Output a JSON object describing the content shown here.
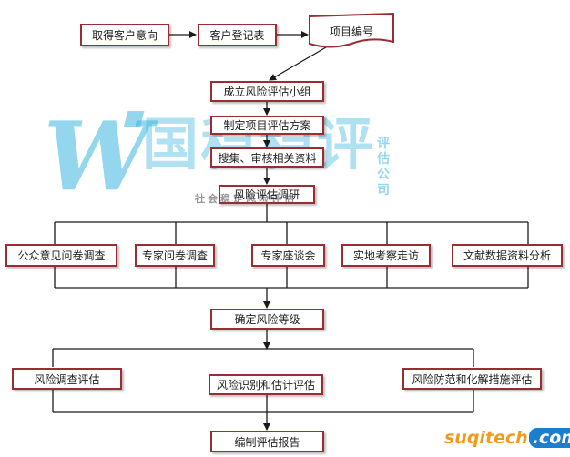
{
  "nodes": {
    "intent": "取得客户意向",
    "register": "客户登记表",
    "project_no": "项目编号",
    "team": "成立风险评估小组",
    "plan": "制定项目评估方案",
    "collect": "搜集、审核相关资料",
    "research": "风险评估调研",
    "public_survey": "公众意见问卷调查",
    "expert_survey": "专家问卷调查",
    "expert_forum": "专家座谈会",
    "site_visit": "实地考察走访",
    "literature": "文献数据资料分析",
    "level": "确定风险等级",
    "eval_survey": "风险调查评估",
    "eval_identify": "风险识别和估计评估",
    "eval_prevent": "风险防范和化解措施评估",
    "report": "编制评估报告"
  },
  "watermark": {
    "letter": "W",
    "name": "国稳稳评",
    "side": "评估公司",
    "sub": "社会稳定风险评估"
  },
  "site_logo": {
    "part1": "suqitech",
    "part2": ".com"
  },
  "colors": {
    "box_border": "#9b2d32",
    "connector": "#1a1a1a",
    "watermark": "#3bb6e0"
  }
}
